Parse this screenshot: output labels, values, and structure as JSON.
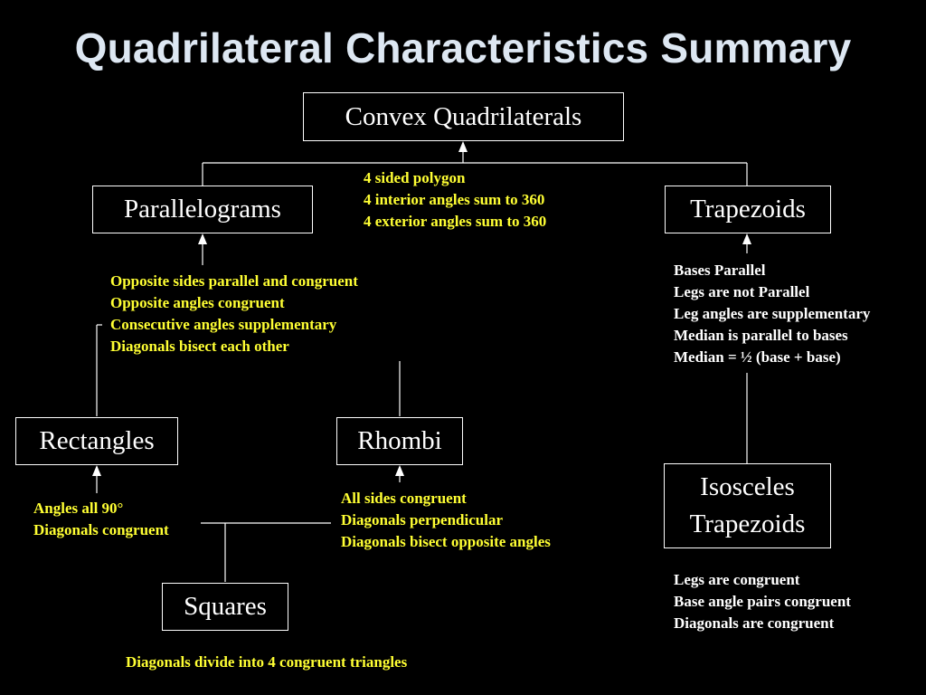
{
  "title": "Quadrilateral Characteristics Summary",
  "colors": {
    "background": "#000000",
    "title": "#dde7f2",
    "box_text": "#ffffff",
    "yellow_note": "#ffff33",
    "white_note": "#ffffff"
  },
  "nodes": {
    "convex": "Convex Quadrilaterals",
    "parallelograms": "Parallelograms",
    "trapezoids": "Trapezoids",
    "rectangles": "Rectangles",
    "rhombi": "Rhombi",
    "squares": "Squares",
    "isosceles_line1": "Isosceles",
    "isosceles_line2": "Trapezoids"
  },
  "notes": {
    "convex": [
      "4 sided polygon",
      "4 interior angles sum to 360",
      "4 exterior angles sum to 360"
    ],
    "parallelograms": [
      "Opposite sides parallel and congruent",
      "Opposite angles congruent",
      "Consecutive angles supplementary",
      "Diagonals bisect each other"
    ],
    "trapezoids": [
      "Bases Parallel",
      "Legs are not Parallel",
      "Leg angles are supplementary",
      "Median is parallel to bases",
      "Median = ½ (base + base)"
    ],
    "rectangles": [
      "Angles all 90°",
      "Diagonals congruent"
    ],
    "rhombi": [
      "All sides congruent",
      "Diagonals perpendicular",
      "Diagonals bisect opposite angles"
    ],
    "isosceles": [
      "Legs are congruent",
      "Base angle pairs congruent",
      "Diagonals are congruent"
    ],
    "squares": [
      "Diagonals divide into 4 congruent triangles"
    ]
  }
}
